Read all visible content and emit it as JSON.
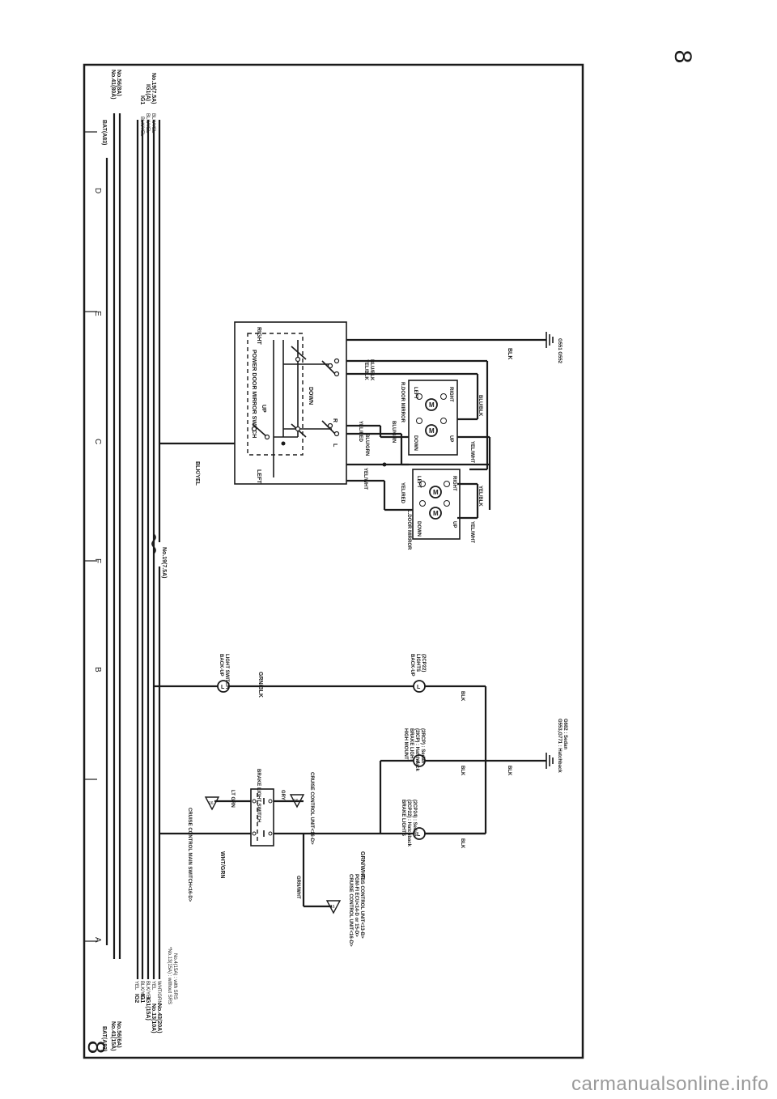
{
  "page": {
    "number": "8",
    "watermark": "carmanualsonline.info"
  },
  "grid_letters": [
    "A",
    "B",
    "C",
    "D",
    "E",
    "F"
  ],
  "left_power": {
    "bat": "BAT(A83)",
    "fuse_a": "No.41(15A)",
    "fuse_b": "No.56(6A)",
    "ig2": "IG2",
    "ig1": "IG1",
    "ig1_15a": "IG1(15A)",
    "fuse_c": "No.13(10A)",
    "fuse_d": "No.43(20A)",
    "wire_yel": "YEL",
    "wire_blkyel_a": "BLK/YEL",
    "wire_blkyel_b": "BLK/YEL",
    "wire_yel_b": "YEL",
    "wire_wht_grn": "WHT/GRN",
    "note_a": "*No.13(15A) : without SRS",
    "note_b": "No.4(15A) : with SRS"
  },
  "right_power": {
    "bat": "BAT(A83)",
    "fuse_a": "No.41(80A)",
    "fuse_b": "No.56(8A)",
    "ig1": "IG1",
    "ig1_b": "IG1(A)",
    "fuse_c": "No.19(7.5A)",
    "wire_a": "BLK/YEL",
    "wire_b": "BLK/YEL",
    "wire_c": "BLK/YEL"
  },
  "mirror_section": {
    "fuse_label": "No.19(7.5A)",
    "feed_wire": "BLK/YEL",
    "switch_title": "POWER DOOR MIRROR SWITCH",
    "left": "LEFT",
    "right": "RIGHT",
    "up": "UP",
    "down": "DOWN",
    "l_tag": "L",
    "r_tag": "R",
    "wire_yelblk": "YEL/BLK",
    "wire_blublk": "BLU/BLK",
    "wire_yelred": "YEL/RED",
    "wire_blugrn": "BLU/GRN",
    "wire_yelwht": "YEL/WHT",
    "wire_blk": "BLK",
    "ground": "G551 G552",
    "r_mirror": {
      "title": "R.DOOR MIRROR",
      "down": "DOWN",
      "up": "UP",
      "left": "LEFT",
      "right": "RIGHT",
      "w_in": "BLU/GRN",
      "w_out_a": "YEL/WHT",
      "w_out_b": "BLU/BLK"
    },
    "l_mirror": {
      "title": "L.DOOR MIRROR",
      "down": "DOWN",
      "up": "UP",
      "left": "LEFT",
      "right": "RIGHT",
      "w_in": "YEL/RED",
      "w_out_a": "YEL/WHT",
      "w_out_b": "YEL/BLK"
    }
  },
  "brake_section": {
    "cc_main": "CRUISE CONTROL MAIN SWITCH<16-D>",
    "brake_switch": "BRAKE LIGHT SWITCH",
    "lt_grn": "LT GRN",
    "gry": "GRY",
    "cc_unit": "CRUISE CONTROL UNIT<16-D>",
    "wht_grn": "WHT/GRN",
    "grn_wht": "GRN/WHT",
    "grn_wht_b": "GRN/WHT",
    "list_a": "CRUISE CONTROL UNIT<16-D>",
    "list_b": "PGM-FI ECU<14-D or 15-D>",
    "list_c": "ABS CONTROL UNIT<13-B>",
    "brake_lights_a": "BRAKE LIGHTS",
    "brake_lights_b": "(2CP22) : Hatchback",
    "brake_lights_c": "(2CP24) : Sedan",
    "hm_a": "HIGH MOUNT",
    "hm_b": "BRAKE LIGHT",
    "hm_c": "(2ICP) : Hatchback",
    "hm_d": "(2RCP) : Sedan",
    "blk_a": "BLK",
    "blk_b": "BLK",
    "blk_c": "BLK",
    "ground_a": "G553,G771 : Hatchback",
    "ground_b": "G682 : Sedan",
    "backup_switch_a": "BACK-UP",
    "backup_switch_b": "LIGHT SWITCH",
    "grn_blk": "GRN/BLK",
    "backup_lights_a": "BACK-UP",
    "backup_lights_b": "LIGHTS",
    "backup_lights_c": "(2CP22)",
    "blk_d": "BLK"
  }
}
